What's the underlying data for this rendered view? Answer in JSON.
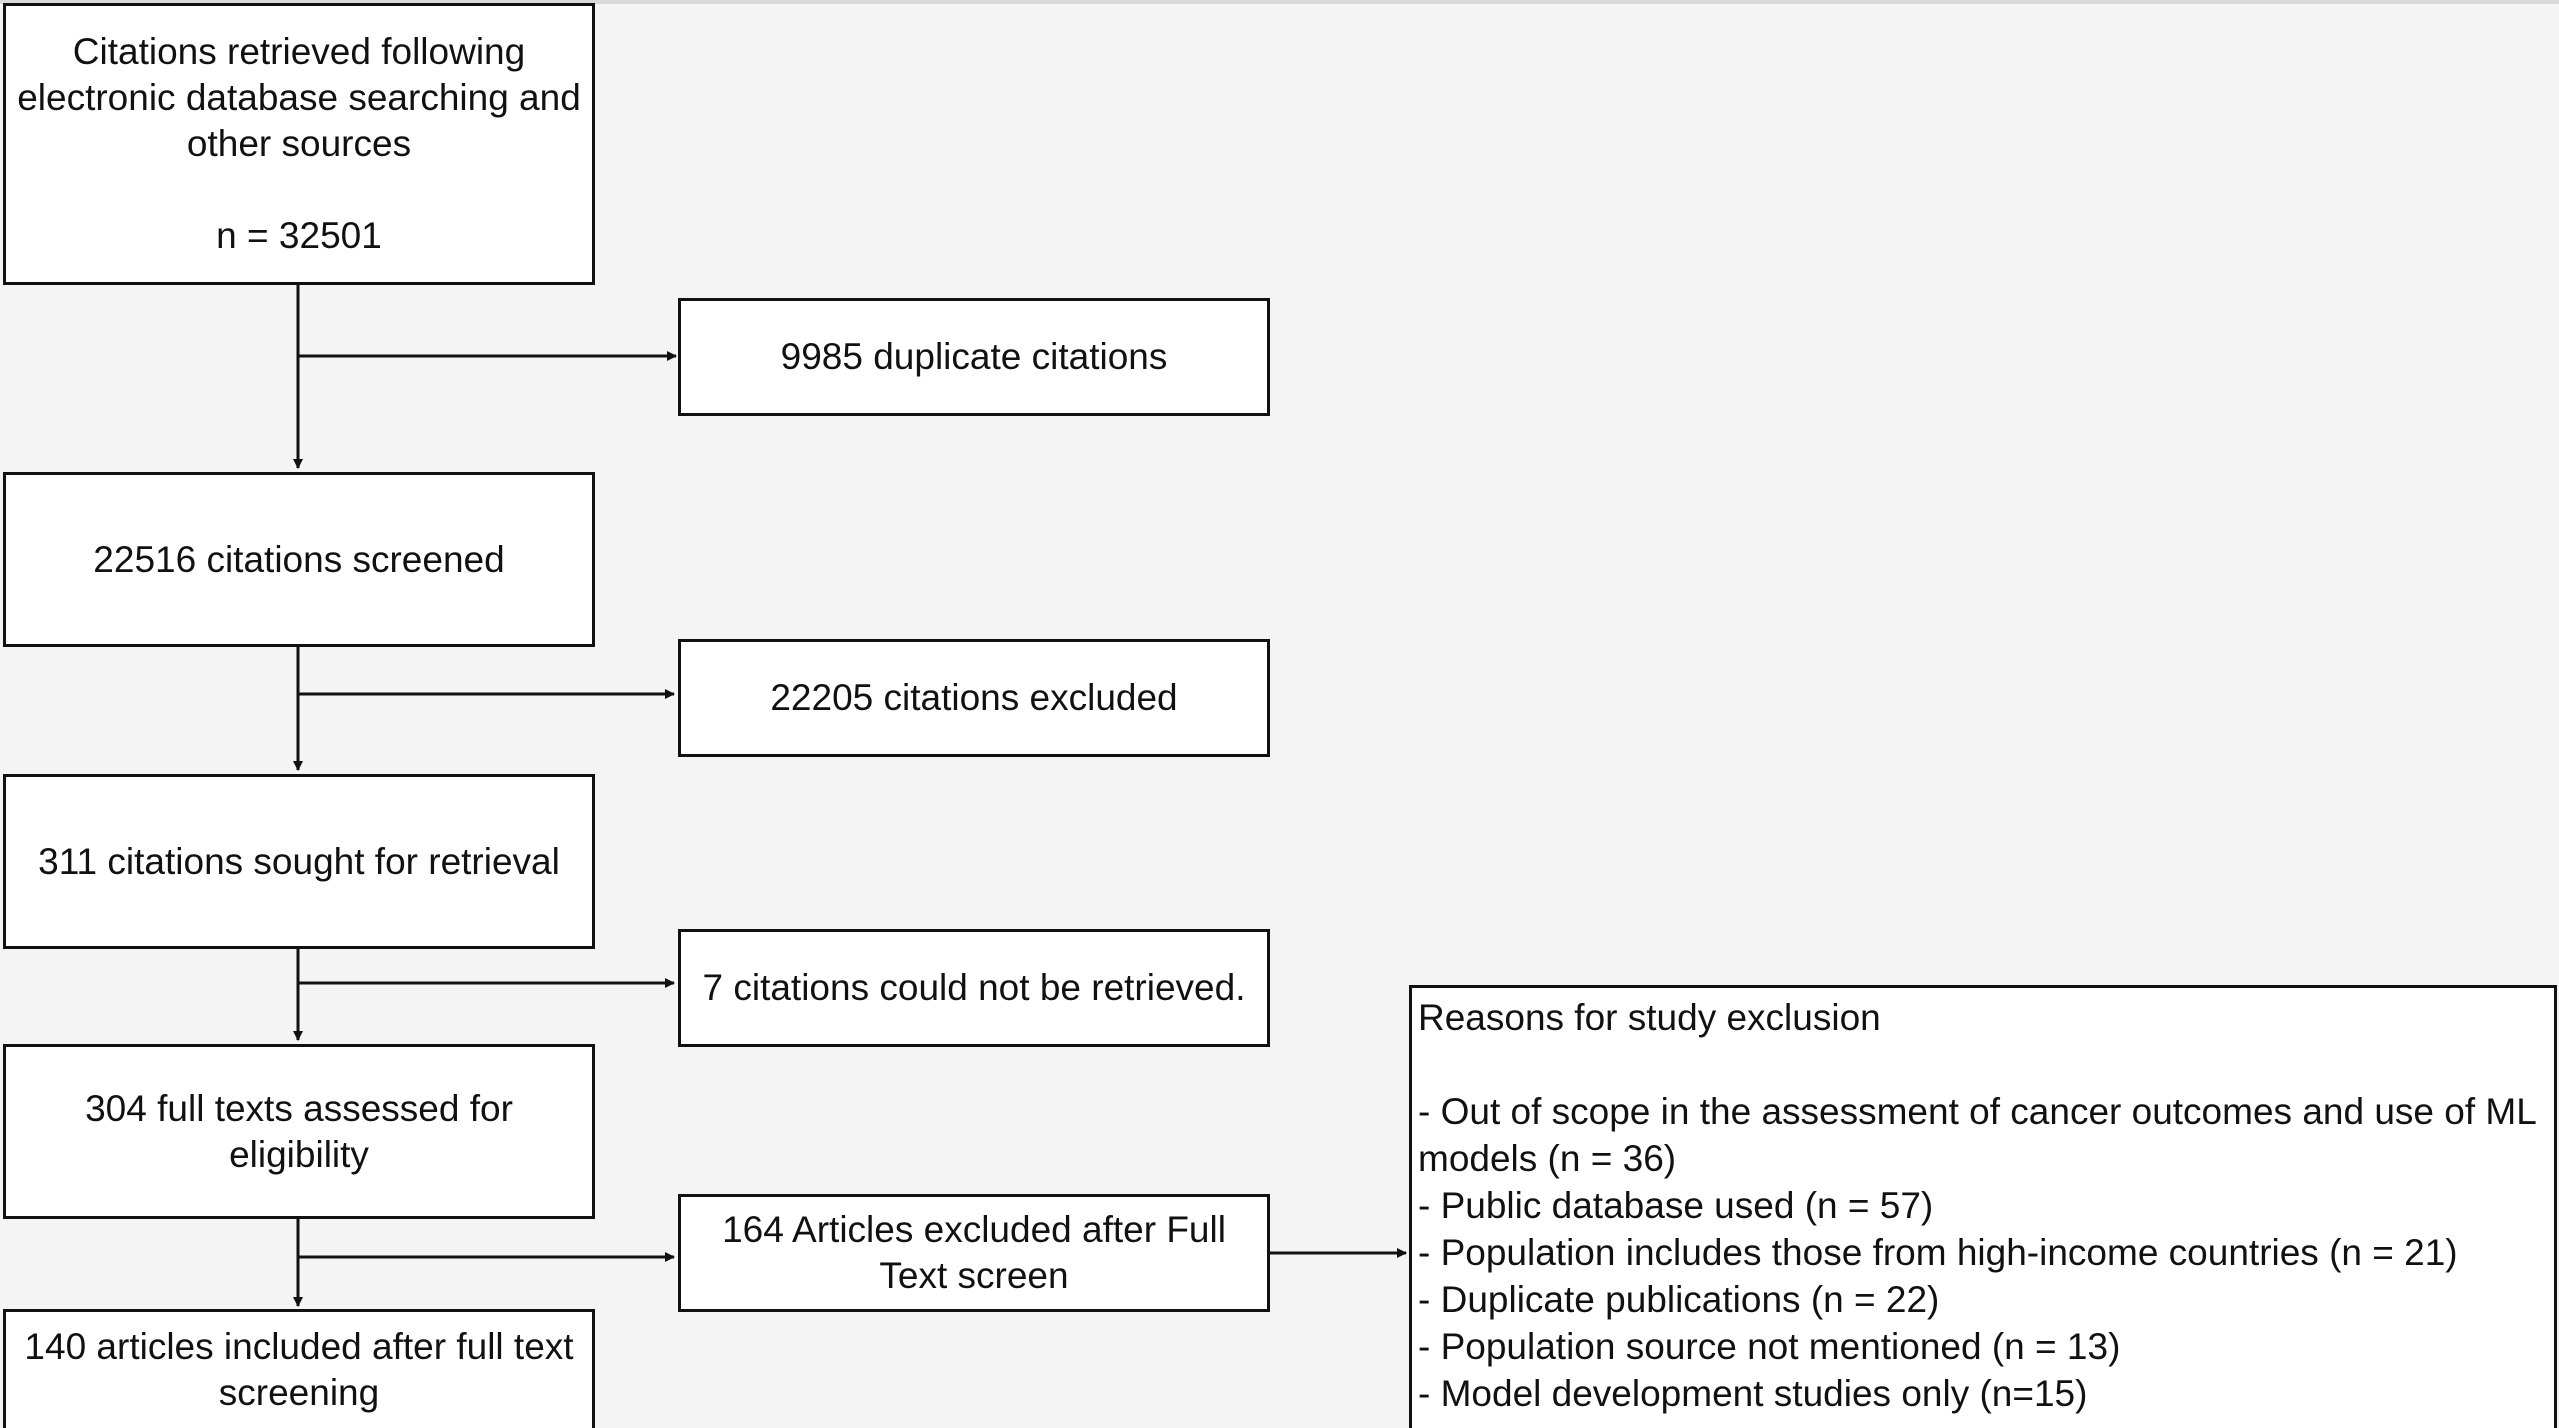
{
  "flow": {
    "identified": {
      "text_lines": [
        "Citations retrieved following",
        "electronic database searching and",
        "other sources"
      ],
      "count": "n = 32501"
    },
    "duplicates": "9985 duplicate citations",
    "screened": "22516 citations screened",
    "excluded_screening": "22205 citations excluded",
    "sought": "311 citations sought for retrieval",
    "not_retrieved": "7 citations could not be retrieved.",
    "assessed": "304 full texts assessed for eligibility",
    "excluded_fulltext": "164 Articles excluded after Full Text screen",
    "included": "140 articles included after full text screening"
  },
  "reasons": {
    "title": "Reasons for study exclusion",
    "items": [
      "- Out of scope in the assessment of cancer outcomes and use of ML models (n = 36)",
      "- Public database used (n = 57)",
      "- Population includes those from high-income countries (n = 21)",
      "- Duplicate publications (n = 22)",
      "- Population source not mentioned (n = 13)",
      "- Model development studies only (n=15)"
    ]
  },
  "colors": {
    "box_border": "#111111",
    "box_fill": "#ffffff",
    "background": "#f4f4f4",
    "connector": "#111111"
  }
}
